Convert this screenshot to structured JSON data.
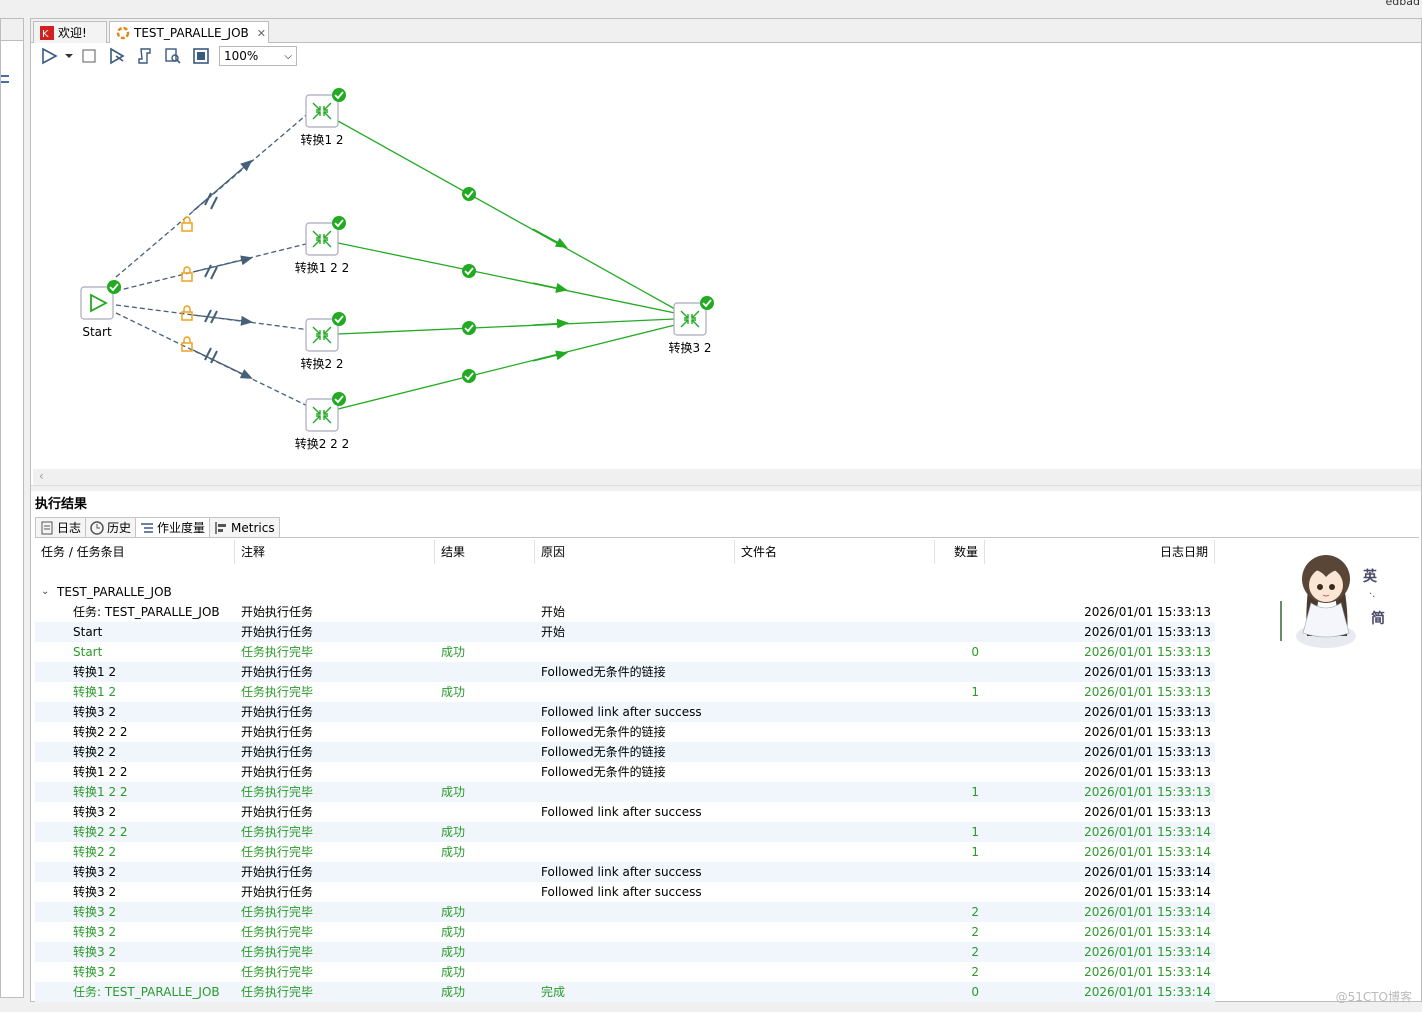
{
  "top_right": "edbad",
  "tabs": [
    {
      "label": "欢迎!",
      "active": false
    },
    {
      "label": "TEST_PARALLE_JOB",
      "active": true
    }
  ],
  "toolbar": {
    "zoom": "100%"
  },
  "canvas": {
    "nodes": [
      {
        "id": "start",
        "label": "Start"
      },
      {
        "id": "t1",
        "label": "转换1 2"
      },
      {
        "id": "t12",
        "label": "转换1 2 2"
      },
      {
        "id": "t2",
        "label": "转换2 2"
      },
      {
        "id": "t22",
        "label": "转换2 2 2"
      },
      {
        "id": "t3",
        "label": "转换3 2"
      }
    ]
  },
  "results": {
    "title": "执行结果",
    "subtabs": [
      "日志",
      "历史",
      "作业度量",
      "Metrics"
    ],
    "active_subtab": "作业度量",
    "columns": [
      "任务 / 任务条目",
      "注释",
      "结果",
      "原因",
      "文件名",
      "数量",
      "日志日期"
    ],
    "root": "TEST_PARALLE_JOB",
    "rows": [
      {
        "name": "任务: TEST_PARALLE_JOB",
        "comment": "开始执行任务",
        "result": "",
        "reason": "开始",
        "file": "",
        "count": "",
        "date": "2026/01/01 15:33:13",
        "success": false
      },
      {
        "name": "Start",
        "comment": "开始执行任务",
        "result": "",
        "reason": "开始",
        "file": "",
        "count": "",
        "date": "2026/01/01 15:33:13",
        "success": false
      },
      {
        "name": "Start",
        "comment": "任务执行完毕",
        "result": "成功",
        "reason": "",
        "file": "",
        "count": "0",
        "date": "2026/01/01 15:33:13",
        "success": true
      },
      {
        "name": "转换1 2",
        "comment": "开始执行任务",
        "result": "",
        "reason": "Followed无条件的链接",
        "file": "",
        "count": "",
        "date": "2026/01/01 15:33:13",
        "success": false
      },
      {
        "name": "转换1 2",
        "comment": "任务执行完毕",
        "result": "成功",
        "reason": "",
        "file": "",
        "count": "1",
        "date": "2026/01/01 15:33:13",
        "success": true
      },
      {
        "name": "转换3 2",
        "comment": "开始执行任务",
        "result": "",
        "reason": "Followed link after success",
        "file": "",
        "count": "",
        "date": "2026/01/01 15:33:13",
        "success": false
      },
      {
        "name": "转换2 2 2",
        "comment": "开始执行任务",
        "result": "",
        "reason": "Followed无条件的链接",
        "file": "",
        "count": "",
        "date": "2026/01/01 15:33:13",
        "success": false
      },
      {
        "name": "转换2 2",
        "comment": "开始执行任务",
        "result": "",
        "reason": "Followed无条件的链接",
        "file": "",
        "count": "",
        "date": "2026/01/01 15:33:13",
        "success": false
      },
      {
        "name": "转换1 2 2",
        "comment": "开始执行任务",
        "result": "",
        "reason": "Followed无条件的链接",
        "file": "",
        "count": "",
        "date": "2026/01/01 15:33:13",
        "success": false
      },
      {
        "name": "转换1 2 2",
        "comment": "任务执行完毕",
        "result": "成功",
        "reason": "",
        "file": "",
        "count": "1",
        "date": "2026/01/01 15:33:13",
        "success": true
      },
      {
        "name": "转换3 2",
        "comment": "开始执行任务",
        "result": "",
        "reason": "Followed link after success",
        "file": "",
        "count": "",
        "date": "2026/01/01 15:33:13",
        "success": false
      },
      {
        "name": "转换2 2 2",
        "comment": "任务执行完毕",
        "result": "成功",
        "reason": "",
        "file": "",
        "count": "1",
        "date": "2026/01/01 15:33:14",
        "success": true
      },
      {
        "name": "转换2 2",
        "comment": "任务执行完毕",
        "result": "成功",
        "reason": "",
        "file": "",
        "count": "1",
        "date": "2026/01/01 15:33:14",
        "success": true
      },
      {
        "name": "转换3 2",
        "comment": "开始执行任务",
        "result": "",
        "reason": "Followed link after success",
        "file": "",
        "count": "",
        "date": "2026/01/01 15:33:14",
        "success": false
      },
      {
        "name": "转换3 2",
        "comment": "开始执行任务",
        "result": "",
        "reason": "Followed link after success",
        "file": "",
        "count": "",
        "date": "2026/01/01 15:33:14",
        "success": false
      },
      {
        "name": "转换3 2",
        "comment": "任务执行完毕",
        "result": "成功",
        "reason": "",
        "file": "",
        "count": "2",
        "date": "2026/01/01 15:33:14",
        "success": true
      },
      {
        "name": "转换3 2",
        "comment": "任务执行完毕",
        "result": "成功",
        "reason": "",
        "file": "",
        "count": "2",
        "date": "2026/01/01 15:33:14",
        "success": true
      },
      {
        "name": "转换3 2",
        "comment": "任务执行完毕",
        "result": "成功",
        "reason": "",
        "file": "",
        "count": "2",
        "date": "2026/01/01 15:33:14",
        "success": true
      },
      {
        "name": "转换3 2",
        "comment": "任务执行完毕",
        "result": "成功",
        "reason": "",
        "file": "",
        "count": "2",
        "date": "2026/01/01 15:33:14",
        "success": true
      },
      {
        "name": "任务: TEST_PARALLE_JOB",
        "comment": "任务执行完毕",
        "result": "成功",
        "reason": "完成",
        "file": "",
        "count": "0",
        "date": "2026/01/01 15:33:14",
        "success": true
      }
    ]
  },
  "colors": {
    "success_green": "#2a9a2a",
    "hop_green": "#22aa22",
    "hop_dashed": "#46607a",
    "lock_orange": "#f0a020"
  },
  "mascot_text": [
    "英",
    "简"
  ],
  "watermark": "@51CTO博客"
}
